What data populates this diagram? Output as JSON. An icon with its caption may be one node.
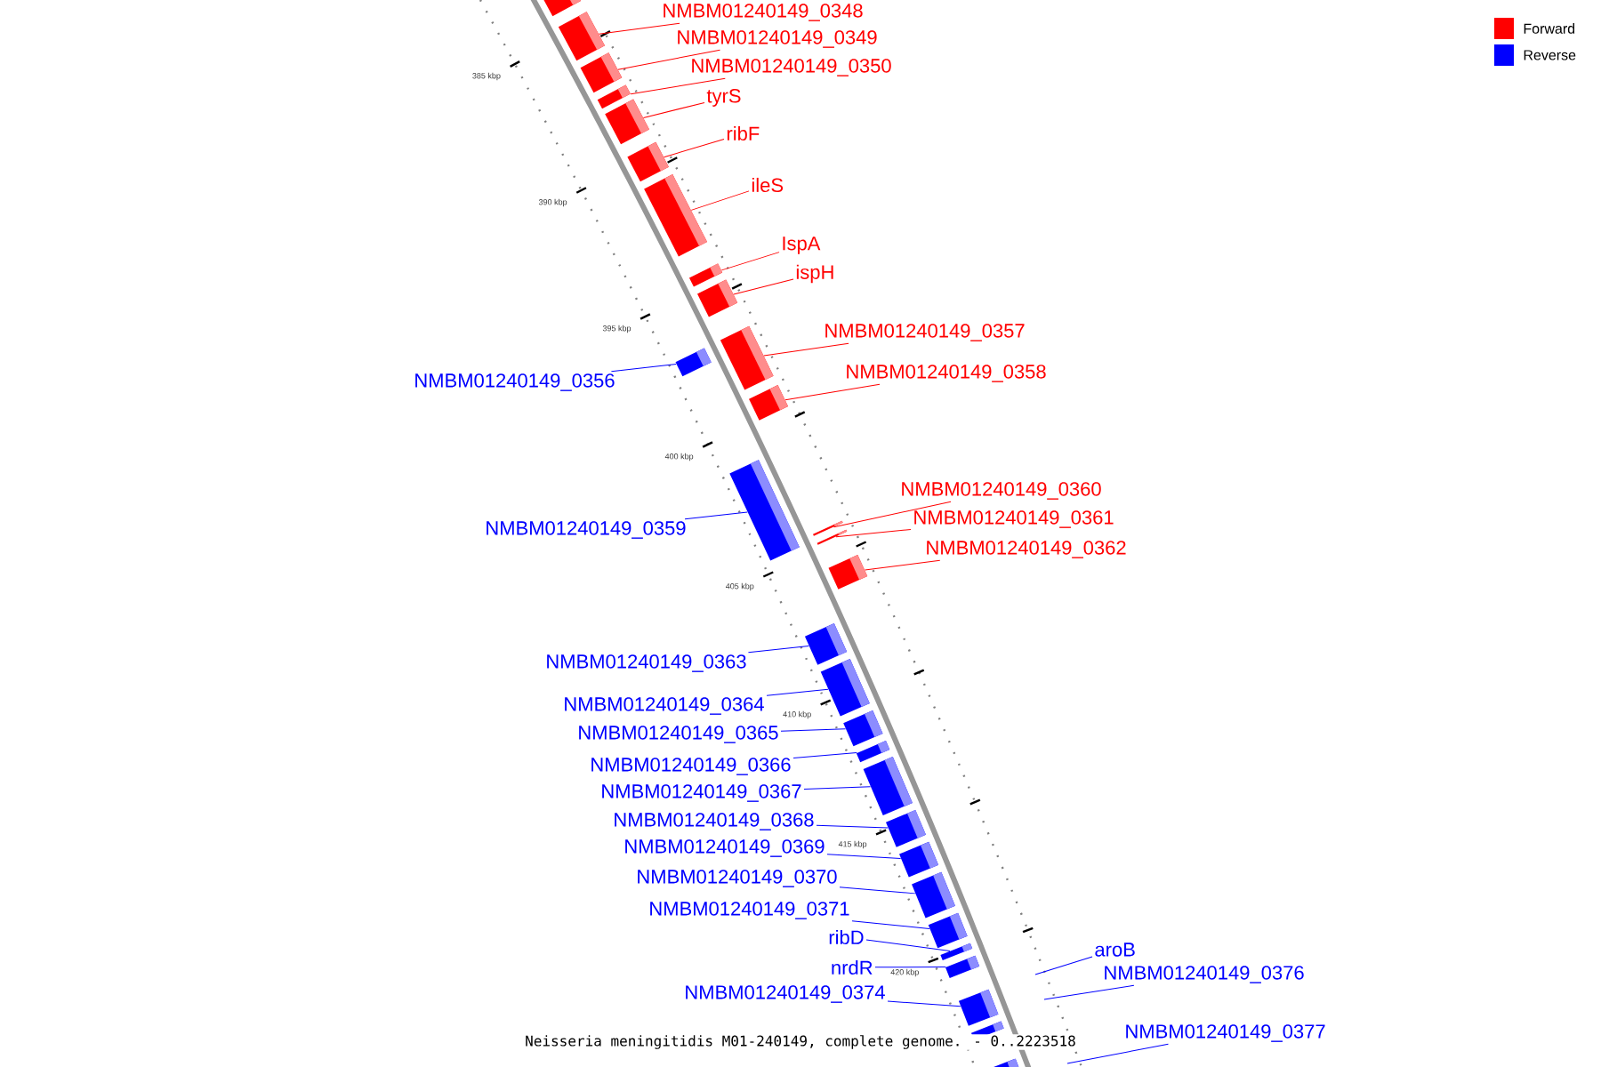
{
  "diagram": {
    "caption": "Neisseria meningitidis M01-240149, complete genome. - 0..2223518",
    "nodes": [
      {
        "text": [
          "NMBM01240149_0348"
        ]
      },
      {
        "text": [],
        "shape": "box"
      },
      {
        "text": [
          "NMBM01240149_0349"
        ]
      },
      {
        "text": [],
        "shape": "box"
      },
      {
        "text": [
          "NMBM01240149_0350"
        ]
      },
      {
        "text": [],
        "shape": "box"
      },
      {
        "text": [
          "tyrS"
        ]
      },
      {
        "text": [],
        "shape": "box"
      },
      {
        "text": [
          "ribF"
        ]
      },
      {
        "text": [],
        "shape": "box"
      },
      {
        "text": [
          "ileS"
        ]
      },
      {
        "text": [],
        "shape": "box"
      },
      {
        "text": [
          "IspA"
        ]
      },
      {
        "text": [],
        "shape": "box"
      },
      {
        "text": [
          "ispH"
        ]
      },
      {
        "text": [],
        "shape": "box"
      },
      {
        "text": [
          "NMBM01240149_0357"
        ]
      },
      {
        "text": [],
        "shape": "box"
      },
      {
        "text": [
          "NMBM01240149_0358"
        ]
      },
      {
        "text": [],
        "shape": "box"
      },
      {
        "text": [
          "NMBM01240149_0356"
        ]
      },
      {
        "text": [],
        "shape": "box"
      },
      {
        "text": [
          "NMBM01240149_0360"
        ]
      },
      {
        "text": [],
        "shape": "box"
      },
      {
        "text": [
          "NMBM01240149_0361"
        ]
      },
      {
        "text": [],
        "shape": "box"
      },
      {
        "text": [
          "NMBM01240149_0359"
        ]
      },
      {
        "text": [],
        "shape": "box"
      },
      {
        "text": [
          "NMBM01240149_0362"
        ]
      },
      {
        "text": [],
        "shape": "box"
      },
      {
        "text": [
          "NMBM01240149_0363"
        ]
      },
      {
        "text": [],
        "shape": "box"
      },
      {
        "text": [
          "NMBM01240149_0364"
        ]
      },
      {
        "text": [],
        "shape": "box"
      },
      {
        "text": [
          "NMBM01240149_0365"
        ]
      },
      {
        "text": [],
        "shape": "box"
      },
      {
        "text": [
          "NMBM01240149_0366"
        ]
      },
      {
        "text": [],
        "shape": "box"
      },
      {
        "text": [
          "NMBM01240149_0367"
        ]
      },
      {
        "text": [],
        "shape": "box"
      },
      {
        "text": [
          "NMBM01240149_0368"
        ]
      },
      {
        "text": [],
        "shape": "box"
      },
      {
        "text": [
          "NMBM01240149_0369"
        ]
      },
      {
        "text": [],
        "shape": "box"
      },
      {
        "text": [
          "NMBM01240149_0370"
        ]
      },
      {
        "text": [],
        "shape": "box"
      },
      {
        "text": [
          "NMBM01240149_0371"
        ]
      },
      {
        "text": [],
        "shape": "box"
      },
      {
        "text": [
          "ribD"
        ]
      },
      {
        "text": [],
        "shape": "box"
      },
      {
        "text": [
          "aroB"
        ]
      },
      {
        "text": [
          "nrdR"
        ]
      },
      {
        "text": [],
        "shape": "box"
      },
      {
        "text": [
          "NMBM01240149_0376"
        ]
      },
      {
        "text": [
          "NMBM01240149_0374"
        ]
      },
      {
        "text": [],
        "shape": "box"
      },
      {
        "text": [
          "NMBM01240149_0377"
        ]
      },
      {
        "text": [],
        "shape": "box"
      },
      {
        "text": [],
        "shape": "box"
      },
      {
        "text": [],
        "shape": "box"
      }
    ],
    "edges": [
      {
        "from": 0,
        "to": 1,
        "arrow": "none",
        "color": "#ff0000"
      },
      {
        "from": 2,
        "to": 3,
        "arrow": "none",
        "color": "#ff0000"
      },
      {
        "from": 4,
        "to": 5,
        "arrow": "none",
        "color": "#ff0000"
      },
      {
        "from": 6,
        "to": 7,
        "arrow": "none",
        "color": "#ff0000"
      },
      {
        "from": 8,
        "to": 9,
        "arrow": "none",
        "color": "#ff0000"
      },
      {
        "from": 10,
        "to": 11,
        "arrow": "none",
        "color": "#ff0000"
      },
      {
        "from": 12,
        "to": 13,
        "arrow": "none",
        "color": "#ff0000"
      },
      {
        "from": 14,
        "to": 15,
        "arrow": "none",
        "color": "#ff0000"
      },
      {
        "from": 16,
        "to": 17,
        "arrow": "none",
        "color": "#ff0000"
      },
      {
        "from": 18,
        "to": 19,
        "arrow": "none",
        "color": "#ff0000"
      },
      {
        "from": 20,
        "to": 21,
        "arrow": "none",
        "color": "#0000ff"
      },
      {
        "from": 22,
        "to": 23,
        "arrow": "none",
        "color": "#ff0000"
      },
      {
        "from": 24,
        "to": 25,
        "arrow": "none",
        "color": "#ff0000"
      },
      {
        "from": 26,
        "to": 27,
        "arrow": "none",
        "color": "#0000ff"
      },
      {
        "from": 28,
        "to": 29,
        "arrow": "none",
        "color": "#ff0000"
      },
      {
        "from": 30,
        "to": 31,
        "arrow": "none",
        "color": "#0000ff"
      },
      {
        "from": 32,
        "to": 33,
        "arrow": "none",
        "color": "#0000ff"
      },
      {
        "from": 34,
        "to": 35,
        "arrow": "none",
        "color": "#0000ff"
      },
      {
        "from": 36,
        "to": 37,
        "arrow": "none",
        "color": "#0000ff"
      },
      {
        "from": 38,
        "to": 39,
        "arrow": "none",
        "color": "#0000ff"
      },
      {
        "from": 40,
        "to": 41,
        "arrow": "none",
        "color": "#0000ff"
      },
      {
        "from": 42,
        "to": 43,
        "arrow": "none",
        "color": "#0000ff"
      },
      {
        "from": 44,
        "to": 45,
        "arrow": "none",
        "color": "#0000ff"
      },
      {
        "from": 46,
        "to": 47,
        "arrow": "none",
        "color": "#0000ff"
      },
      {
        "from": 48,
        "to": 49,
        "arrow": "none",
        "color": "#0000ff"
      },
      {
        "from": 50,
        "to": null,
        "arrow": "none",
        "color": "#0000ff"
      },
      {
        "from": 51,
        "to": 52,
        "arrow": "none",
        "color": "#0000ff"
      },
      {
        "from": 53,
        "to": null,
        "arrow": "none",
        "color": "#0000ff"
      },
      {
        "from": 54,
        "to": 55,
        "arrow": "none",
        "color": "#0000ff"
      },
      {
        "from": 56,
        "to": null,
        "arrow": "none",
        "color": "#0000ff"
      }
    ],
    "labels": [
      "385 kbp",
      "390 kbp",
      "395 kbp",
      "400 kbp",
      "405 kbp",
      "410 kbp",
      "415 kbp",
      "420 kbp"
    ],
    "legend": [
      {
        "text": "Forward",
        "color": "#ff0000"
      },
      {
        "text": "Reverse",
        "color": "#0000ff"
      }
    ]
  }
}
